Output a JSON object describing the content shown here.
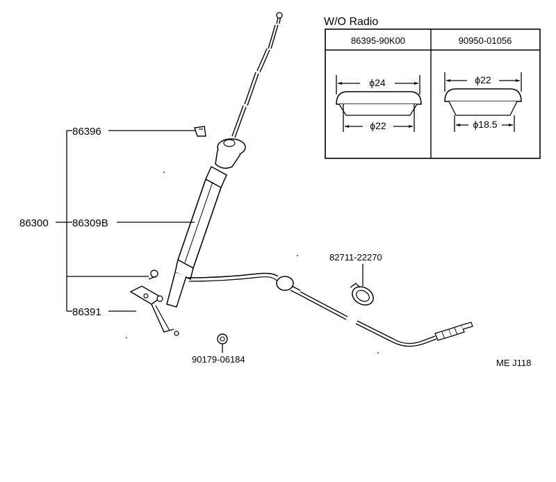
{
  "inset": {
    "title": "W/O Radio",
    "columns": [
      "86395-90K00",
      "90950-01056"
    ],
    "left_dims": [
      "ϕ24",
      "ϕ22"
    ],
    "right_dims": [
      "ϕ22",
      "ϕ18.5"
    ]
  },
  "labels": {
    "assembly": "86300",
    "antenna_top_part": "86396",
    "antenna_pole": "86309B",
    "bracket": "86391",
    "cable_clamp": "82711-22270",
    "grommet": "90179-06184"
  },
  "drawing_code": "ME  J118"
}
